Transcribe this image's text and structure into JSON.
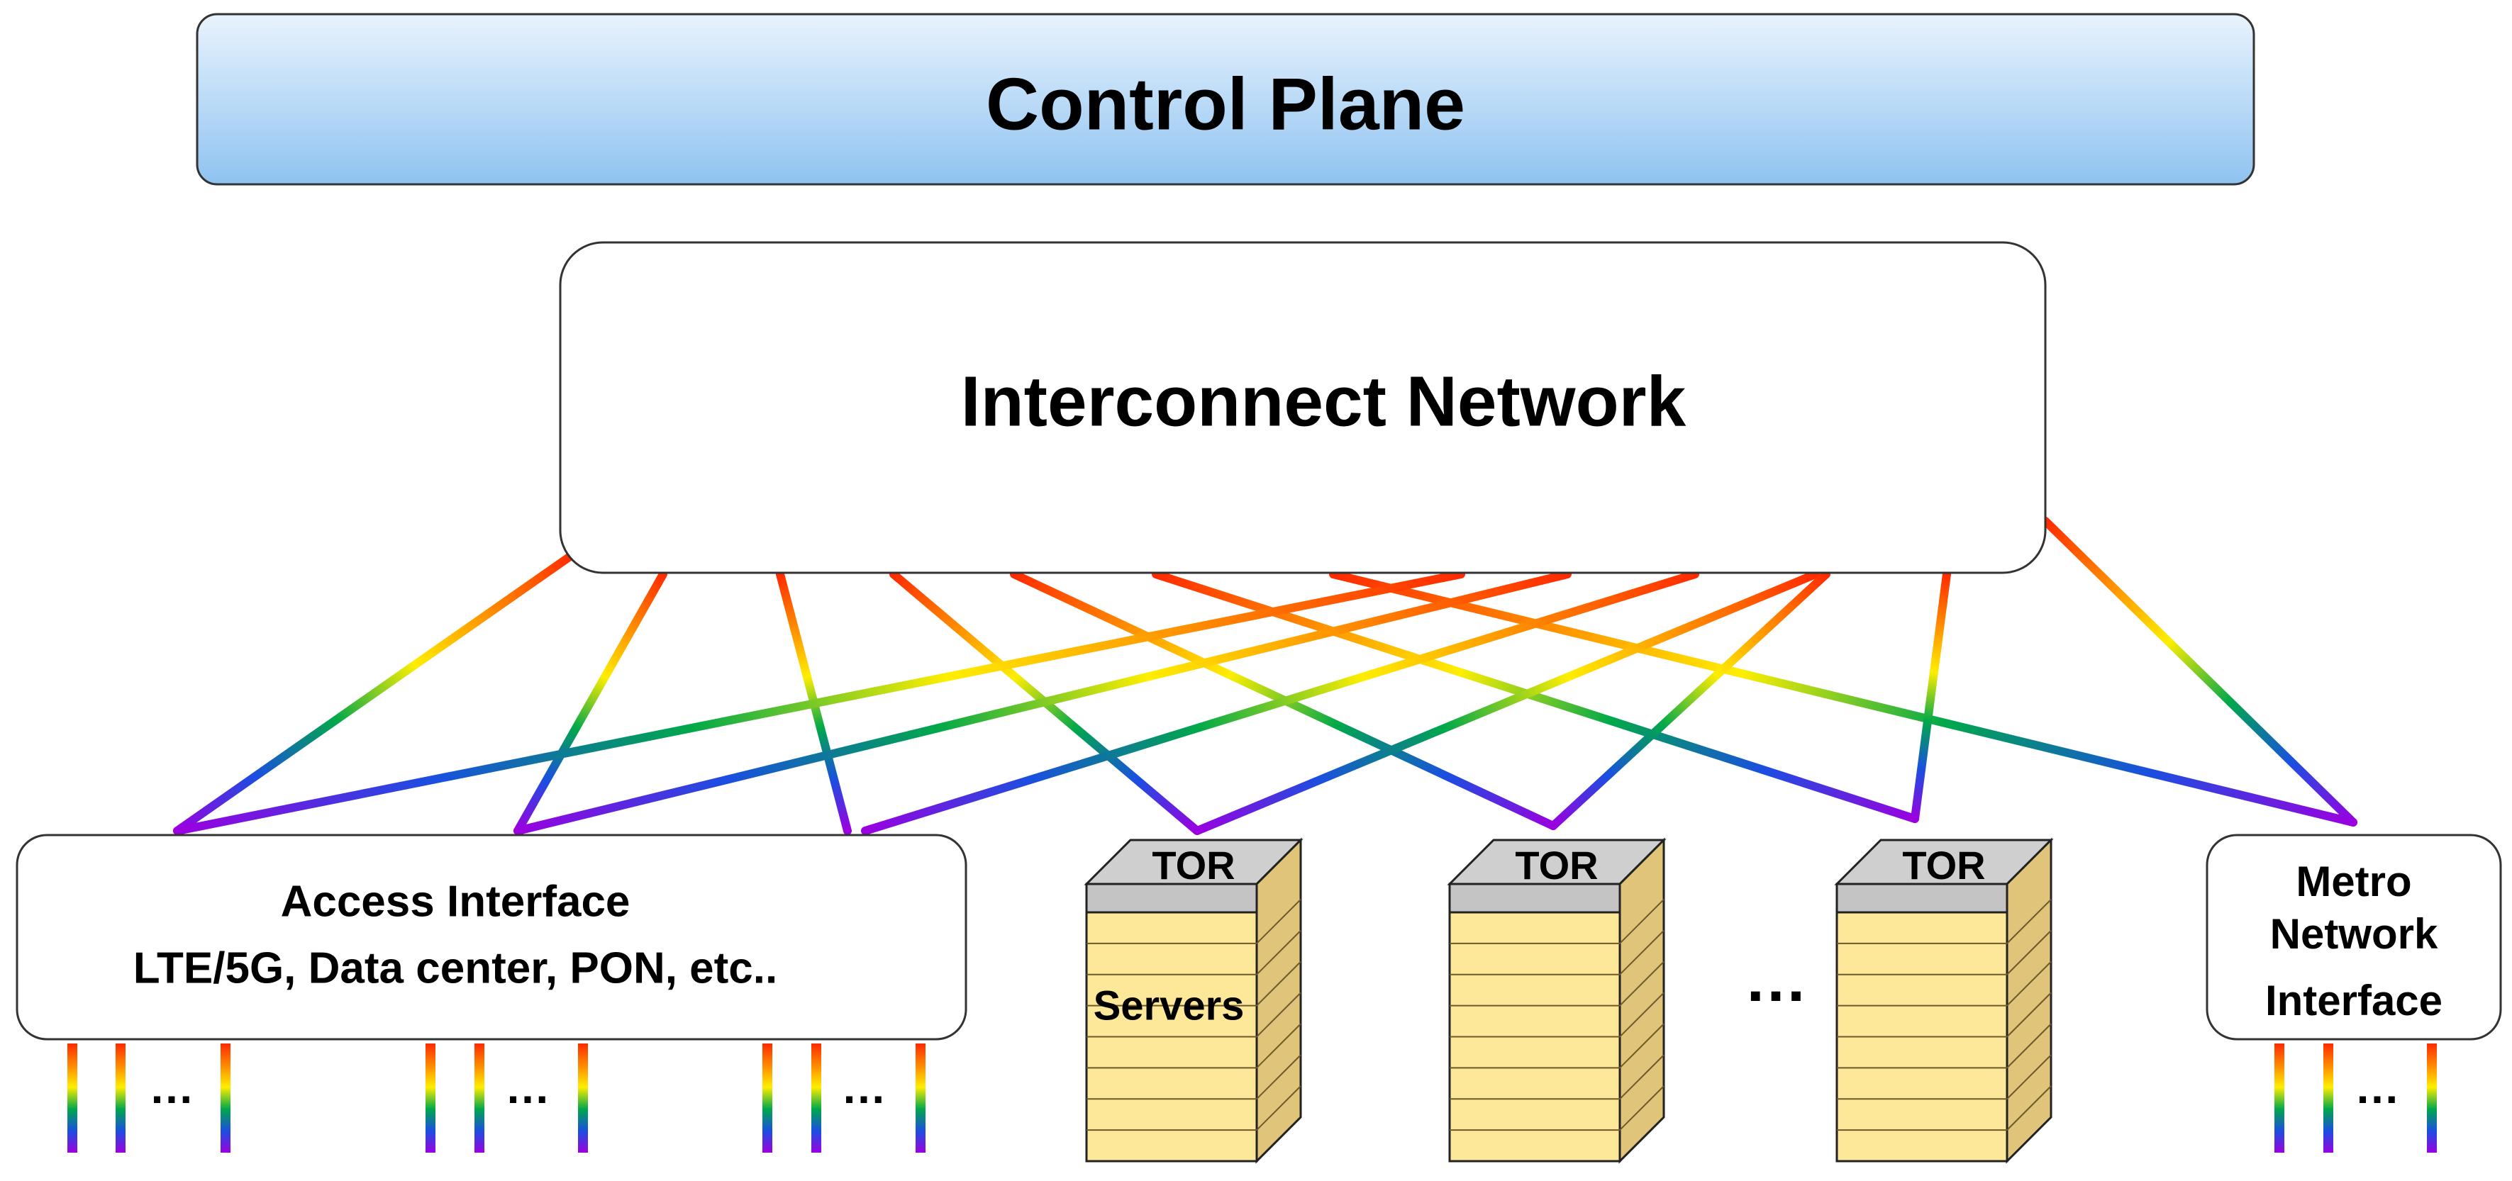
{
  "control_plane": {
    "label": "Control Plane"
  },
  "interconnect": {
    "label": "Interconnect Network"
  },
  "access_interface": {
    "title": "Access Interface",
    "subtitle": "LTE/5G, Data center, PON, etc.."
  },
  "tor_racks": [
    {
      "tor_label": "TOR",
      "server_label": "Servers"
    },
    {
      "tor_label": "TOR",
      "server_label": ""
    },
    {
      "tor_label": "TOR",
      "server_label": ""
    }
  ],
  "rack_gap_label": "…",
  "metro_interface": {
    "lines": [
      "Metro",
      "Network",
      "Interface"
    ]
  },
  "port_group_ellipsis": "…",
  "colors": {
    "control_plane_top": "#e9f3fd",
    "control_plane_bottom": "#8fc3f1",
    "rack_front": "#fde89a",
    "rack_side": "#e0c47a",
    "rack_top": "#cfcfcf",
    "tor_front": "#c4c4c4",
    "box_stroke": "#333333"
  },
  "rainbow_stops": [
    "#ff2a00",
    "#ff8800",
    "#ffee00",
    "#00a84a",
    "#1a4fe0",
    "#9b00e0"
  ]
}
